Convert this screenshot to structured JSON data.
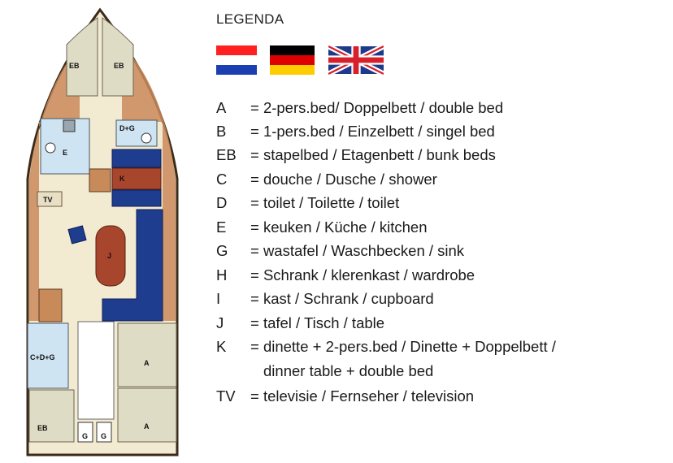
{
  "legend": {
    "title": "LEGENDA",
    "flags": [
      {
        "name": "netherlands-flag",
        "stripes": [
          "#ff2020",
          "#ffffff",
          "#1b3fb0"
        ]
      },
      {
        "name": "germany-flag",
        "stripes": [
          "#000000",
          "#dd0000",
          "#ffcc00"
        ]
      },
      {
        "name": "uk-flag",
        "colors": [
          "#1d3a8a",
          "#ffffff",
          "#d8202a"
        ]
      }
    ],
    "entries": [
      {
        "code": "A",
        "desc": "= 2-pers.bed/ Doppelbett / double bed"
      },
      {
        "code": "B",
        "desc": "= 1-pers.bed / Einzelbett / singel bed"
      },
      {
        "code": "EB",
        "desc": "= stapelbed / Etagenbett / bunk beds"
      },
      {
        "code": "C",
        "desc": "= douche / Dusche / shower"
      },
      {
        "code": "D",
        "desc": "= toilet / Toilette / toilet"
      },
      {
        "code": "E",
        "desc": "= keuken / Küche / kitchen"
      },
      {
        "code": "G",
        "desc": "= wastafel / Waschbecken / sink"
      },
      {
        "code": "H",
        "desc": "= Schrank / klerenkast / wardrobe"
      },
      {
        "code": "I",
        "desc": "= kast / Schrank / cupboard"
      },
      {
        "code": "J",
        "desc": "= tafel / Tisch / table"
      },
      {
        "code": "K",
        "desc": "= dinette + 2-pers.bed / Dinette + Doppelbett /"
      },
      {
        "code": "",
        "desc": "dinner table + double bed"
      },
      {
        "code": "TV",
        "desc": "= televisie / Fernseher / television"
      }
    ]
  },
  "plan": {
    "labels": {
      "eb_left_top": "EB",
      "eb_right_top": "EB",
      "dg": "D+G",
      "e": "E",
      "k": "K",
      "tv": "TV",
      "j": "J",
      "cdg": "C+D+G",
      "a_upper": "A",
      "a_lower": "A",
      "eb_bottom": "EB",
      "g_left": "G",
      "g_right": "G"
    },
    "colors": {
      "hull": "#f3ead2",
      "wood": "#c98a5a",
      "cushion": "#1e3d8f",
      "table": "#a8452d",
      "bed": "#dedcc4",
      "wet": "#cfe4f2"
    }
  }
}
